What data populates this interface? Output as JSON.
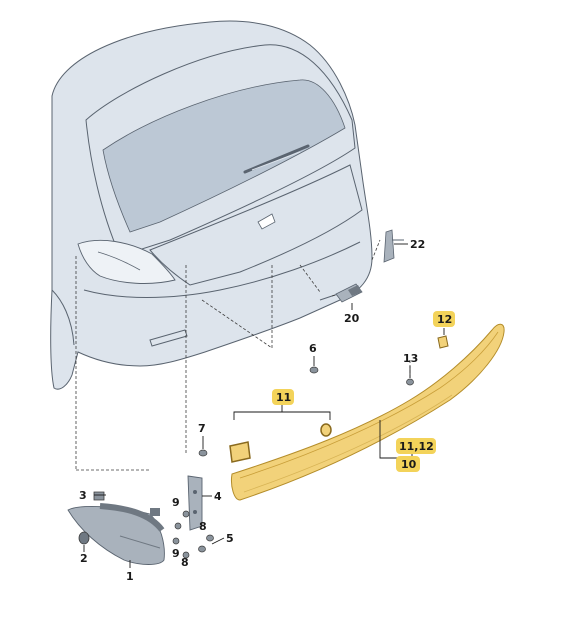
{
  "colors": {
    "car_fill": "#dde4ec",
    "car_stroke": "#5a6470",
    "glass_fill": "#c9d3de",
    "highlight_badge": "#f3d35a",
    "highlight_part": "#f2d27a",
    "part_fill": "#a9b2bc",
    "part_dark": "#6f7882",
    "line": "#1a1a1a"
  },
  "callouts": {
    "c1": "1",
    "c2": "2",
    "c3": "3",
    "c4": "4",
    "c5": "5",
    "c6": "6",
    "c7": "7",
    "c8a": "8",
    "c8b": "8",
    "c9a": "9",
    "c9b": "9",
    "c10": "10",
    "c11a": "11",
    "c11b": "11,12",
    "c12": "12",
    "c13": "13",
    "c20": "20",
    "c22": "22"
  },
  "parts": [
    {
      "name": "car-body-rear",
      "icon": "hatchback-rear-icon"
    },
    {
      "name": "tail-light",
      "icon": "tail-lamp-icon"
    },
    {
      "name": "rear-light-strip",
      "icon": "light-strip-icon",
      "highlighted": true
    },
    {
      "name": "licence-plate-light",
      "icon": "plate-lamp-icon"
    },
    {
      "name": "mounting-bracket",
      "icon": "bracket-icon"
    },
    {
      "name": "fasteners",
      "icon": "screw-icon"
    }
  ]
}
